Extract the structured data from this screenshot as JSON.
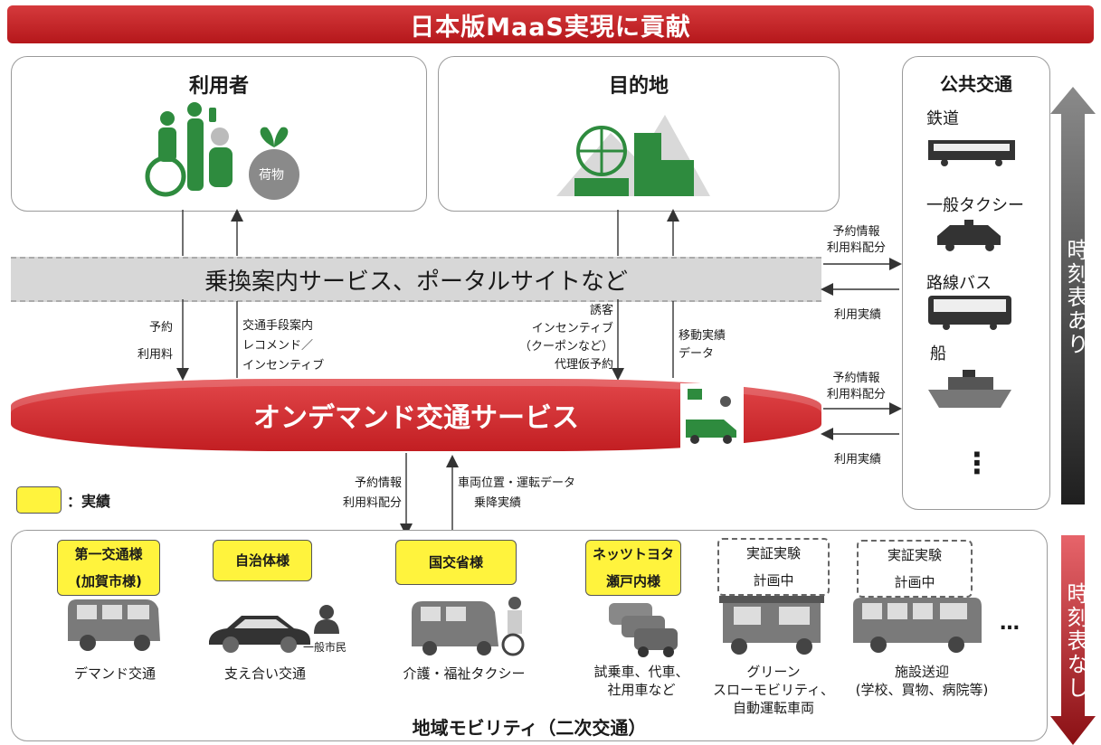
{
  "banner": "日本版MaaS実現に貢献",
  "users": {
    "title": "利用者",
    "baggage": "荷物"
  },
  "destination": {
    "title": "目的地"
  },
  "public": {
    "title": "公共交通",
    "modes": [
      "鉄道",
      "一般タクシー",
      "路線バス",
      "船"
    ],
    "more": "⋮"
  },
  "transfer_bar": "乗換案内サービス、ポータルサイトなど",
  "ondemand_bar": "オンデマンド交通サービス",
  "flows": {
    "user_reserve": [
      "予約",
      "利用料"
    ],
    "user_recommend": [
      "交通手段案内",
      "レコメンド／",
      "インセンティブ"
    ],
    "dest_induce": [
      "誘客",
      "インセンティブ",
      "（クーポンなど）",
      "代理仮予約"
    ],
    "dest_record": [
      "移動実績",
      "データ"
    ],
    "public_top_out": [
      "予約情報",
      "利用料配分"
    ],
    "public_top_in": "利用実績",
    "public_mid_out": [
      "予約情報",
      "利用料配分"
    ],
    "public_mid_in": "利用実績",
    "region_down": [
      "予約情報",
      "利用料配分"
    ],
    "region_up": [
      "車両位置・運転データ",
      "乗降実績"
    ]
  },
  "timetable_yes": "時刻表あり",
  "timetable_no": "時刻表なし",
  "legend": {
    "label": "：実績"
  },
  "region": {
    "title": "地域モビリティ（二次交通）",
    "general_citizen": "一般市民",
    "ellipsis": "…",
    "boxes": [
      {
        "lines": [
          "第一交通様",
          "(加賀市様)"
        ],
        "kind": "yellow"
      },
      {
        "lines": [
          "自治体様"
        ],
        "kind": "yellow"
      },
      {
        "lines": [
          "国交省様"
        ],
        "kind": "yellow"
      },
      {
        "lines": [
          "ネッツトヨタ",
          "瀬戸内様"
        ],
        "kind": "yellow"
      },
      {
        "lines": [
          "実証実験",
          "計画中"
        ],
        "kind": "dashed"
      },
      {
        "lines": [
          "実証実験",
          "計画中"
        ],
        "kind": "dashed"
      }
    ],
    "captions": [
      [
        "デマンド交通"
      ],
      [
        "支え合い交通"
      ],
      [
        "介護・福祉タクシー"
      ],
      [
        "試乗車、代車、",
        "社用車など"
      ],
      [
        "グリーン",
        "スローモビリティ、",
        "自動運転車両"
      ],
      [
        "施設送迎",
        "(学校、買物、病院等)"
      ]
    ]
  },
  "colors": {
    "red": "#c21e22",
    "yellow": "#fff33d",
    "green": "#2e8b3e",
    "gray": "#d7d7d7"
  }
}
